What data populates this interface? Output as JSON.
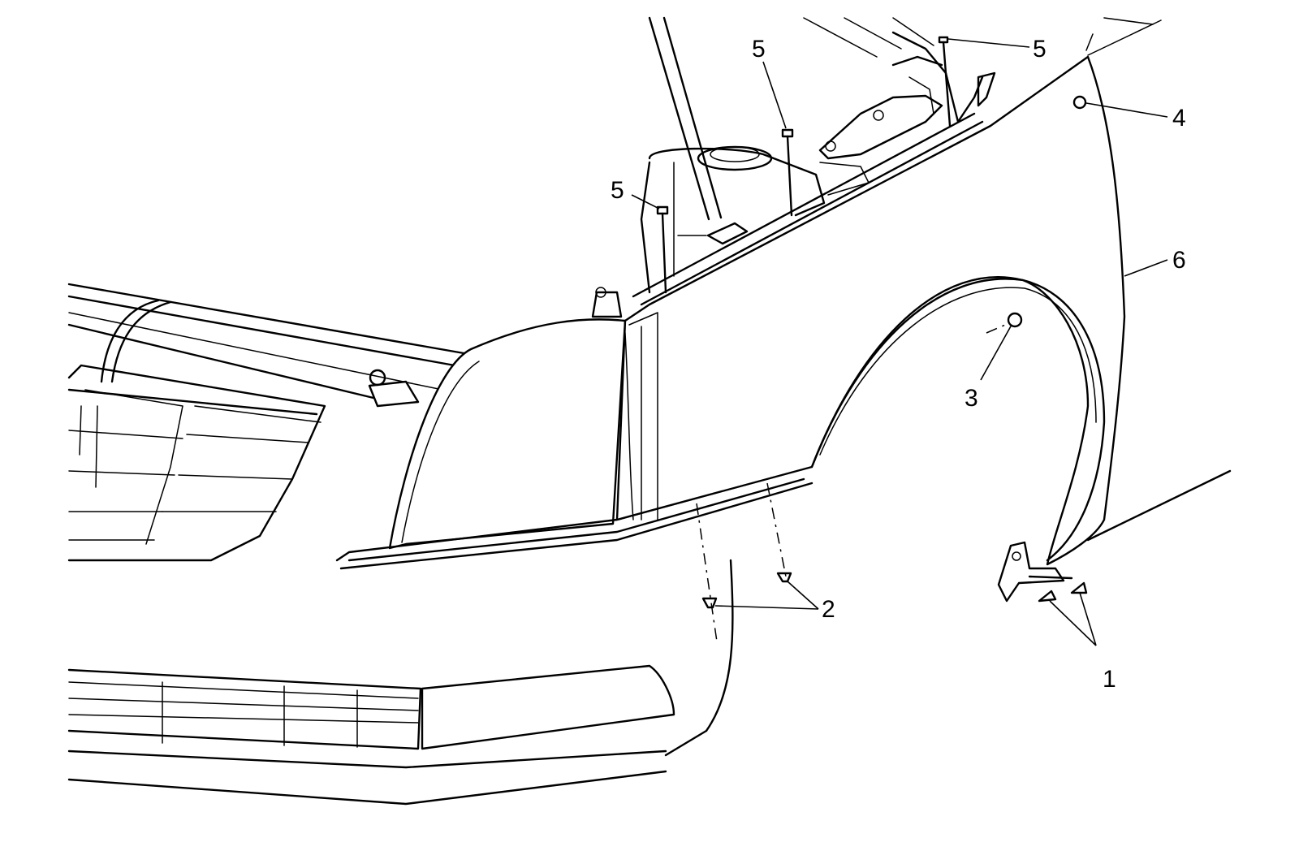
{
  "diagram": {
    "callouts": [
      {
        "id": "c1",
        "label": "1",
        "part": "bolts"
      },
      {
        "id": "c2",
        "label": "2",
        "part": "bolts"
      },
      {
        "id": "c3",
        "label": "3",
        "part": "bolt"
      },
      {
        "id": "c4",
        "label": "4",
        "part": "bolt"
      },
      {
        "id": "c5a",
        "label": "5",
        "part": "bolt"
      },
      {
        "id": "c5b",
        "label": "5",
        "part": "bolt"
      },
      {
        "id": "c5c",
        "label": "5",
        "part": "bolt"
      },
      {
        "id": "c6",
        "label": "6",
        "part": "fender"
      }
    ]
  }
}
